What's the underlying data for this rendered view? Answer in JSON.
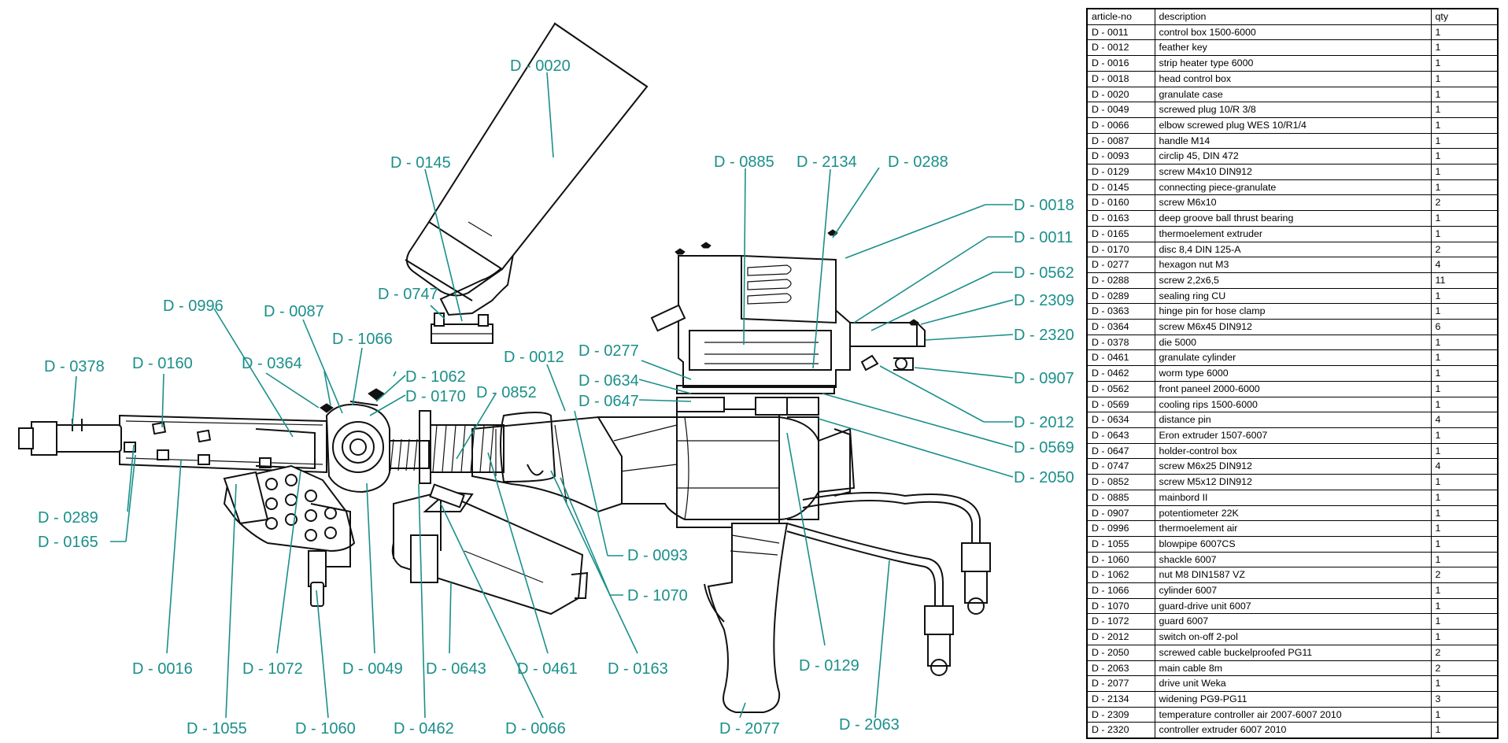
{
  "table": {
    "headers": [
      "article-no",
      "description",
      "qty"
    ],
    "rows": [
      [
        "D - 0011",
        "control box 1500-6000",
        "1"
      ],
      [
        "D - 0012",
        "feather key",
        "1"
      ],
      [
        "D - 0016",
        "strip heater type 6000",
        "1"
      ],
      [
        "D - 0018",
        "head control box",
        "1"
      ],
      [
        "D - 0020",
        "granulate case",
        "1"
      ],
      [
        "D - 0049",
        "screwed plug 10/R 3/8",
        "1"
      ],
      [
        "D - 0066",
        "elbow screwed plug WES 10/R1/4",
        "1"
      ],
      [
        "D - 0087",
        "handle M14",
        "1"
      ],
      [
        "D - 0093",
        "circlip 45, DIN 472",
        "1"
      ],
      [
        "D - 0129",
        "screw M4x10 DIN912",
        "1"
      ],
      [
        "D - 0145",
        "connecting piece-granulate",
        "1"
      ],
      [
        "D - 0160",
        "screw M6x10",
        "2"
      ],
      [
        "D - 0163",
        "deep groove ball thrust bearing",
        "1"
      ],
      [
        "D - 0165",
        "thermoelement extruder",
        "1"
      ],
      [
        "D - 0170",
        "disc 8,4 DIN 125-A",
        "2"
      ],
      [
        "D - 0277",
        "hexagon nut M3",
        "4"
      ],
      [
        "D - 0288",
        "screw 2,2x6,5",
        "11"
      ],
      [
        "D - 0289",
        "sealing ring CU",
        "1"
      ],
      [
        "D - 0363",
        "hinge pin for hose clamp",
        "1"
      ],
      [
        "D - 0364",
        "screw M6x45 DIN912",
        "6"
      ],
      [
        "D - 0378",
        "die 5000",
        "1"
      ],
      [
        "D - 0461",
        "granulate cylinder",
        "1"
      ],
      [
        "D - 0462",
        "worm  type 6000",
        "1"
      ],
      [
        "D - 0562",
        "front paneel 2000-6000",
        "1"
      ],
      [
        "D - 0569",
        "cooling rips 1500-6000",
        "1"
      ],
      [
        "D - 0634",
        "distance pin",
        "4"
      ],
      [
        "D - 0643",
        "Eron extruder 1507-6007",
        "1"
      ],
      [
        "D - 0647",
        "holder-control box",
        "1"
      ],
      [
        "D - 0747",
        "screw M6x25 DIN912",
        "4"
      ],
      [
        "D - 0852",
        "screw M5x12 DIN912",
        "1"
      ],
      [
        "D - 0885",
        "mainbord II",
        "1"
      ],
      [
        "D - 0907",
        "potentiometer 22K",
        "1"
      ],
      [
        "D - 0996",
        "thermoelement air",
        "1"
      ],
      [
        "D - 1055",
        "blowpipe 6007CS",
        "1"
      ],
      [
        "D - 1060",
        "shackle 6007",
        "1"
      ],
      [
        "D - 1062",
        "nut M8 DIN1587 VZ",
        "2"
      ],
      [
        "D - 1066",
        "cylinder 6007",
        "1"
      ],
      [
        "D - 1070",
        "guard-drive unit 6007",
        "1"
      ],
      [
        "D - 1072",
        "guard 6007",
        "1"
      ],
      [
        "D - 2012",
        "switch on-off 2-pol",
        "1"
      ],
      [
        "D - 2050",
        "screwed cable buckelproofed PG11",
        "2"
      ],
      [
        "D - 2063",
        "main cable 8m",
        "2"
      ],
      [
        "D - 2077",
        "drive unit Weka",
        "1"
      ],
      [
        "D - 2134",
        "widening PG9-PG11",
        "3"
      ],
      [
        "D - 2309",
        "temperature controller air 2007-6007 2010",
        "1"
      ],
      [
        "D - 2320",
        "controller extruder  6007 2010",
        "1"
      ]
    ]
  },
  "callouts": {
    "c0020": "D - 0020",
    "c0145": "D - 0145",
    "c0885": "D - 0885",
    "c2134": "D - 2134",
    "c0288": "D - 0288",
    "c0018": "D - 0018",
    "c0011": "D - 0011",
    "c0562": "D - 0562",
    "c2309": "D - 2309",
    "c2320": "D - 2320",
    "c0907": "D - 0907",
    "c2012": "D - 2012",
    "c0569": "D - 0569",
    "c2050": "D - 2050",
    "c0747": "D - 0747",
    "c0996": "D - 0996",
    "c0087": "D - 0087",
    "c1066": "D - 1066",
    "c0012": "D - 0012",
    "c0277": "D - 0277",
    "c0634": "D - 0634",
    "c0647": "D - 0647",
    "c0378": "D - 0378",
    "c0160": "D - 0160",
    "c0364": "D - 0364",
    "c1062": "D - 1062",
    "c0170": "D - 0170",
    "c0852": "D - 0852",
    "c0289": "D - 0289",
    "c0165": "D - 0165",
    "c0093": "D - 0093",
    "c1070": "D - 1070",
    "c0016": "D - 0016",
    "c1072": "D - 1072",
    "c0049": "D - 0049",
    "c0643": "D - 0643",
    "c0461": "D - 0461",
    "c0163": "D - 0163",
    "c0129": "D - 0129",
    "c1055": "D - 1055",
    "c1060": "D - 1060",
    "c0462": "D - 0462",
    "c0066": "D - 0066",
    "c2077": "D - 2077",
    "c2063": "D - 2063"
  },
  "colors": {
    "callout": "#1a8f8a",
    "line": "#111111"
  }
}
